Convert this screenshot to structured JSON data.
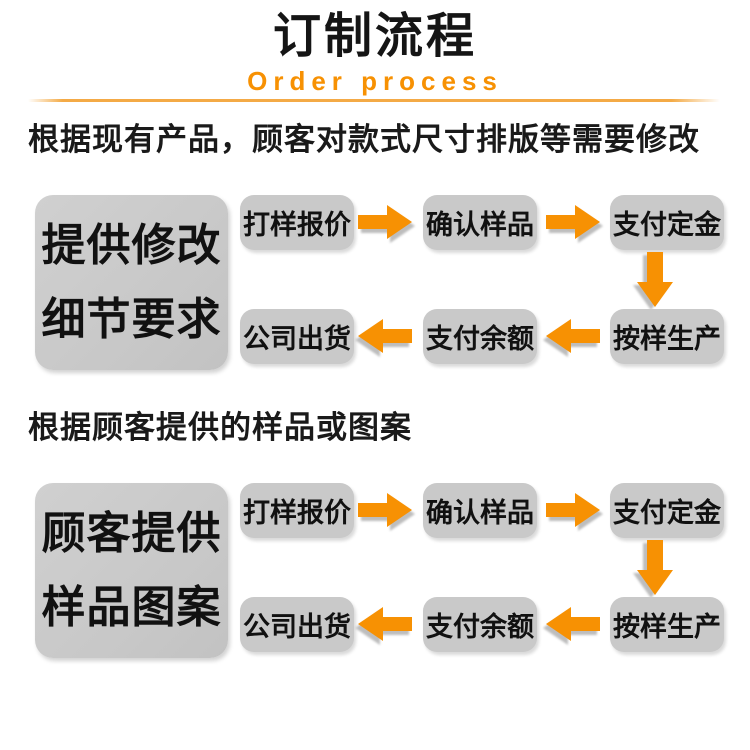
{
  "header": {
    "title": "订制流程",
    "subtitle": "Order process"
  },
  "colors": {
    "accent_orange": "#F79103",
    "box_gray": "#C9C9C9",
    "arrow_shadow_gray": "#BDBDBD",
    "text_black": "#151515",
    "divider_orange": "#F3A63C"
  },
  "icons": {
    "right": "arrow-right-icon",
    "left": "arrow-left-icon",
    "down": "arrow-down-icon"
  },
  "sections": [
    {
      "heading": "根据现有产品，顾客对款式尺寸排版等需要修改",
      "side_box_lines": [
        "提供修改",
        "细节要求"
      ],
      "top_row": [
        "打样报价",
        "确认样品",
        "支付定金"
      ],
      "bottom_row": [
        "公司出货",
        "支付余额",
        "按样生产"
      ]
    },
    {
      "heading": "根据顾客提供的样品或图案",
      "side_box_lines": [
        "顾客提供",
        "样品图案"
      ],
      "top_row": [
        "打样报价",
        "确认样品",
        "支付定金"
      ],
      "bottom_row": [
        "公司出货",
        "支付余额",
        "按样生产"
      ]
    }
  ]
}
